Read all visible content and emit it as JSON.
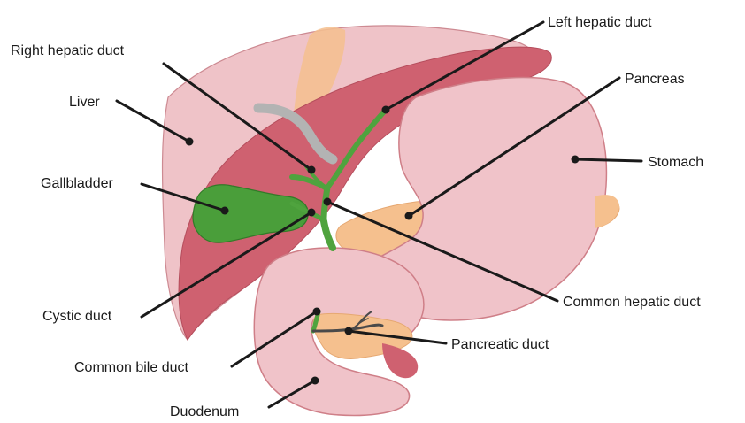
{
  "labels": {
    "left_hepatic_duct": "Left hepatic duct",
    "right_hepatic_duct": "Right hepatic duct",
    "pancreas": "Pancreas",
    "liver": "Liver",
    "stomach": "Stomach",
    "gallbladder": "Gallbladder",
    "common_hepatic_duct": "Common hepatic duct",
    "cystic_duct": "Cystic duct",
    "pancreatic_duct": "Pancreatic duct",
    "common_bile_duct": "Common bile duct",
    "duodenum": "Duodenum"
  },
  "colors": {
    "liver_light": "#efc3c8",
    "liver_dark": "#cf6170",
    "liver_outline": "#cd8a92",
    "stomach": "#f0c3c9",
    "stomach_outline": "#cf7f88",
    "pancreas": "#f5c08e",
    "gallbladder": "#4a9e3a",
    "gallbladder_dark": "#327a28",
    "ducts": "#4fa33e",
    "vessel_gray": "#b3b3b3",
    "label_text": "#1a1a1a"
  }
}
